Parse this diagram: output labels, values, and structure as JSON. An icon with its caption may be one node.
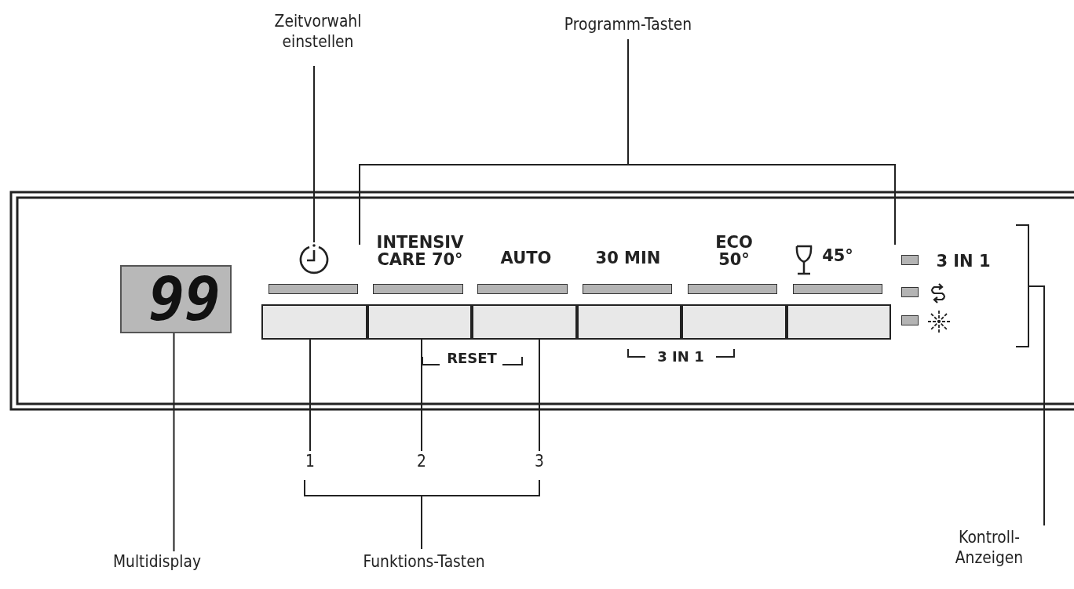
{
  "diagram": {
    "nodes": [
      {
        "text": [
          "Zeitvorwahl einstellen"
        ]
      },
      {
        "text": [],
        "shape": "circle"
      },
      {
        "text": [
          "99"
        ]
      },
      {
        "text": [],
        "shape": "box"
      },
      {
        "text": [],
        "shape": "box"
      },
      {
        "text": [],
        "shape": "box"
      },
      {
        "text": [],
        "shape": "box"
      },
      {
        "text": [],
        "shape": "box"
      },
      {
        "text": [],
        "shape": "box"
      },
      {
        "text": [
          "1"
        ]
      },
      {
        "text": [
          "2"
        ]
      },
      {
        "text": [
          "3"
        ]
      },
      {
        "text": [
          "Multidisplay"
        ]
      },
      {
        "text": [],
        "shape": "bar"
      },
      {
        "text": [],
        "shape": "bar"
      },
      {
        "text": [],
        "shape": "bar"
      },
      {
        "text": [],
        "shape": "bar"
      },
      {
        "text": [],
        "shape": "bar"
      },
      {
        "text": [],
        "shape": "bar"
      },
      {
        "text": [],
        "shape": "bar"
      },
      {
        "text": [],
        "shape": "bar"
      },
      {
        "text": [],
        "shape": "bar"
      }
    ],
    "edges": [
      {
        "from": 0,
        "to": 1,
        "arrow": "none"
      },
      {
        "from": 9,
        "to": 3,
        "arrow": "none"
      },
      {
        "from": 10,
        "to": 4,
        "arrow": "none"
      },
      {
        "from": 11,
        "to": 5,
        "arrow": "none"
      },
      {
        "from": 12,
        "to": 2,
        "arrow": "none"
      }
    ],
    "labels": [
      "Programm-Tasten",
      "INTENSIV CARE 70°",
      "AUTO",
      "30 MIN",
      "ECO 50°",
      "45°",
      "3 IN 1",
      "RESET",
      "3 IN 1",
      "Funktions-Tasten",
      "Kontroll-Anzeigen"
    ]
  }
}
